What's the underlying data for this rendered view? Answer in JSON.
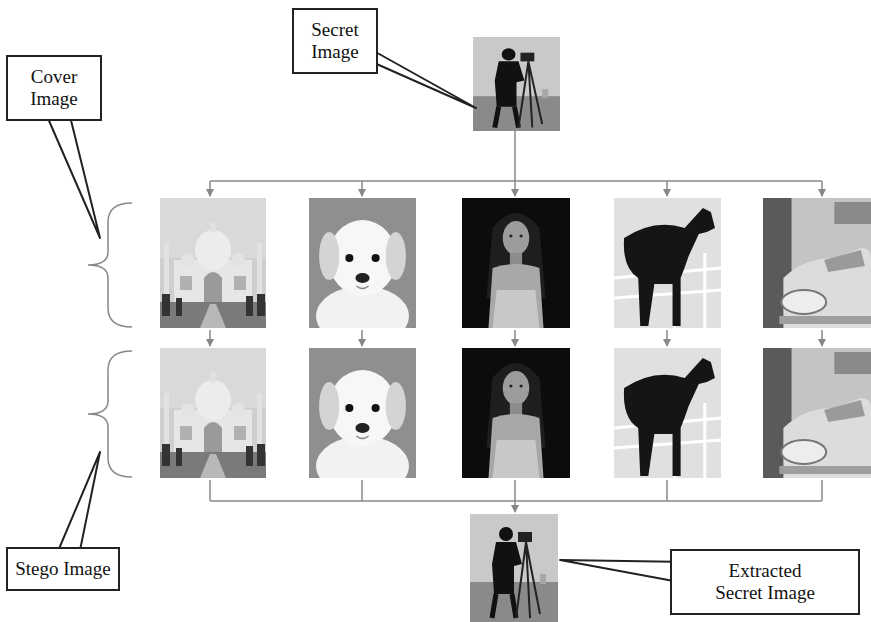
{
  "diagram": {
    "nodes": [
      {
        "text": [
          "Secret Image"
        ]
      },
      {
        "text": [
          "Cover Image"
        ]
      },
      {
        "text": [
          "Stego Image"
        ]
      },
      {
        "text": [
          "Extracted Secret Image"
        ]
      }
    ]
  }
}
